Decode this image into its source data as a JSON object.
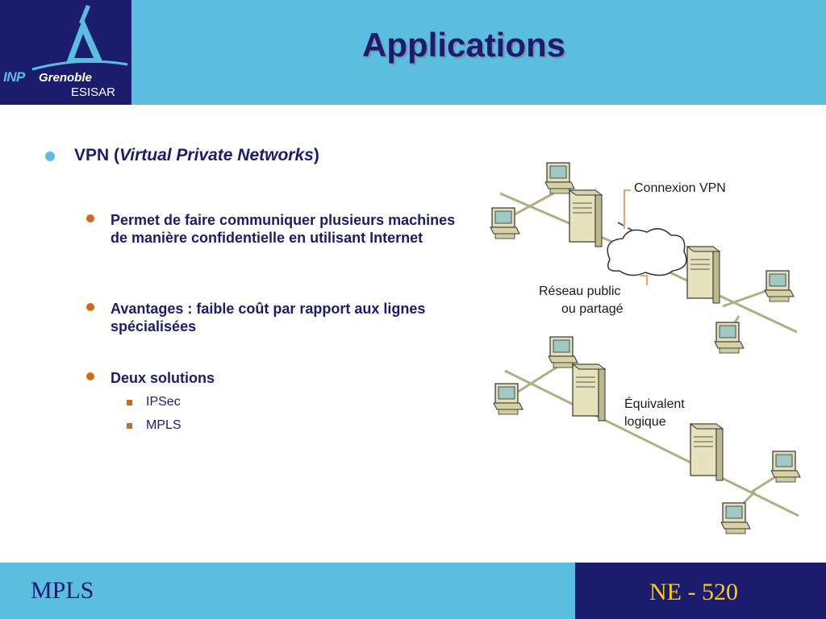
{
  "header": {
    "title": "Applications",
    "logo": {
      "text_inp": "INP",
      "text_grenoble": "Grenoble",
      "text_esisar": "ESISAR"
    }
  },
  "content": {
    "bullet_main": {
      "prefix": "VPN (",
      "italic": "Virtual Private Networks",
      "suffix": ")"
    },
    "items": [
      {
        "text": "Permet de faire communiquer plusieurs machines de manière confidentielle en utilisant Internet"
      },
      {
        "text": "Avantages : faible coût par rapport aux lignes spécialisées"
      },
      {
        "text": "Deux solutions"
      }
    ],
    "solutions": [
      "IPSec",
      "MPLS"
    ]
  },
  "diagram": {
    "label_connexion": "Connexion VPN",
    "label_reseau_1": "Réseau public",
    "label_reseau_2": "ou partagé",
    "label_equiv_1": "Équivalent",
    "label_equiv_2": "logique"
  },
  "footer": {
    "left": "MPLS",
    "right": "NE - 520"
  },
  "colors": {
    "light_blue": "#5bbde0",
    "navy": "#1c1c6e",
    "orange": "#d2691e",
    "gold": "#ffcc00"
  }
}
